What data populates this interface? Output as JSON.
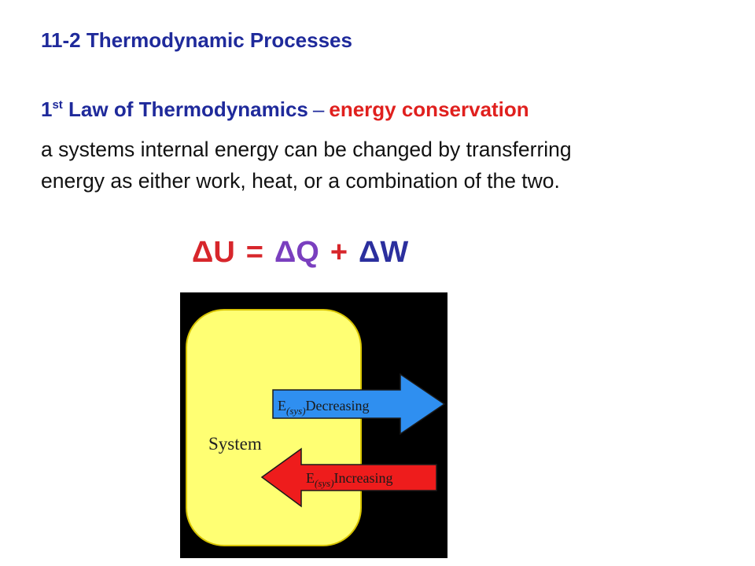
{
  "title": "11-2 Thermodynamic Processes",
  "law": {
    "number": "1",
    "superscript": "st",
    "name": " Law of Thermodynamics",
    "dash": "–",
    "subtitle": "energy conservation"
  },
  "body_lines": [
    "a systems internal energy can be changed by transferring",
    "energy as either work, heat, or a combination of the two."
  ],
  "equation": {
    "dU": "ΔU",
    "equals": "=",
    "dQ": "ΔQ",
    "plus": "+",
    "dW": "ΔW"
  },
  "diagram": {
    "system_label": "System",
    "arrow_out": {
      "prefix": "E",
      "subscript": "(sys)",
      "label": "Decreasing"
    },
    "arrow_in": {
      "prefix": "E",
      "subscript": "(sys)",
      "label": "Increasing"
    }
  },
  "colors": {
    "title_blue": "#1f2a9b",
    "accent_red": "#e0201e",
    "equation_red": "#d7262b",
    "equation_purple": "#7a3fbf",
    "equation_blue": "#2b2f9e",
    "diagram_bg": "#000000",
    "system_fill": "#ffff73",
    "arrow_out": "#2f8ff0",
    "arrow_in": "#ee1c1c"
  }
}
